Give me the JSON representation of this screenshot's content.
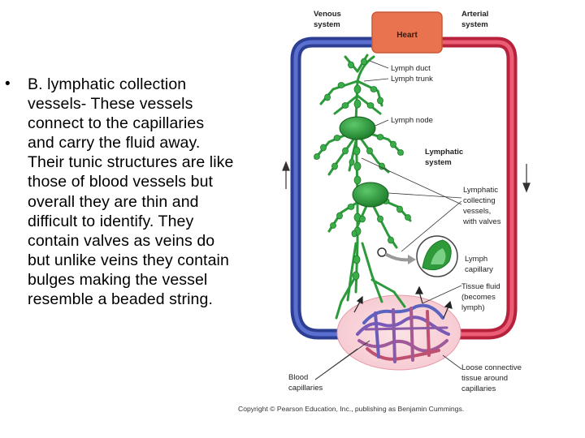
{
  "slide": {
    "bullet_marker": "•",
    "bullet_text": "B. lymphatic collection vessels- These vessels connect to the capillaries and carry the fluid away. Their tunic structures are like those of blood vessels but overall they are thin and difficult to identify. They contain valves as veins do but unlike veins they contain bulges  making the vessel resemble a beaded string."
  },
  "diagram": {
    "labels": {
      "venous_line1": "Venous",
      "venous_line2": "system",
      "arterial_line1": "Arterial",
      "arterial_line2": "system",
      "heart": "Heart",
      "lymph_duct": "Lymph duct",
      "lymph_trunk": "Lymph trunk",
      "lymph_node": "Lymph node",
      "lymphatic_system_line1": "Lymphatic",
      "lymphatic_system_line2": "system",
      "collecting_line1": "Lymphatic",
      "collecting_line2": "collecting",
      "collecting_line3": "vessels,",
      "collecting_line4": "with valves",
      "lymph_capillary_line1": "Lymph",
      "lymph_capillary_line2": "capillary",
      "tissue_fluid_line1": "Tissue fluid",
      "tissue_fluid_line2": "(becomes",
      "tissue_fluid_line3": "lymph)",
      "blood_capillaries_line1": "Blood",
      "blood_capillaries_line2": "capillaries",
      "loose_tissue_line1": "Loose connective",
      "loose_tissue_line2": "tissue around",
      "loose_tissue_line3": "capillaries"
    },
    "copyright": "Copyright © Pearson Education, Inc., publishing as Benjamin Cummings.",
    "colors": {
      "vein": "#3a4fa8",
      "artery": "#d0344f",
      "heart": "#e8734e",
      "lymph": "#2e9a3a",
      "lymph_dark": "#1d7a2a"
    }
  }
}
